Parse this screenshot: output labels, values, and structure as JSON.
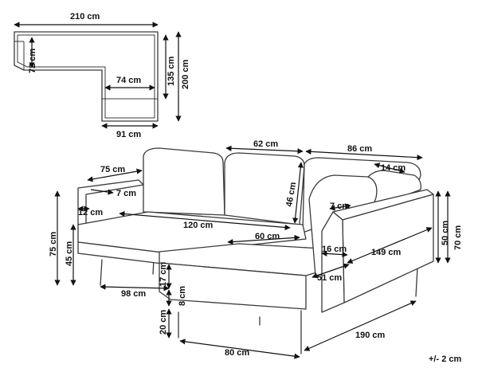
{
  "diagram": {
    "tolerance": "+/- 2 cm",
    "top_view": {
      "width": "210 cm",
      "back_depth": "72 cm",
      "chaise_inner_width": "74 cm",
      "chaise_length": "135 cm",
      "total_depth": "200 cm",
      "chaise_width": "91 cm"
    },
    "sofa": {
      "armrest_length": "75 cm",
      "armrest_width": "7 cm",
      "armrest_gap": "12 cm",
      "seat_width": "120 cm",
      "back_cushion_width": "62 cm",
      "back_height": "46 cm",
      "corner_width": "86 cm",
      "corner_cushion": "14 cm",
      "side_arm_width": "7 cm",
      "chaise_seat_width": "60 cm",
      "side_arm_depth": "16 cm",
      "chaise_length": "149 cm",
      "side_arm_height": "50 cm",
      "total_height": "70 cm",
      "total_height_left": "75 cm",
      "seat_height": "45 cm",
      "seat_depth_front": "51 cm",
      "seat_cushion": "17 cm",
      "base_thickness": "8 cm",
      "leg_height": "20 cm",
      "base_depth": "98 cm",
      "chaise_depth": "80 cm",
      "chaise_total": "190 cm"
    }
  }
}
